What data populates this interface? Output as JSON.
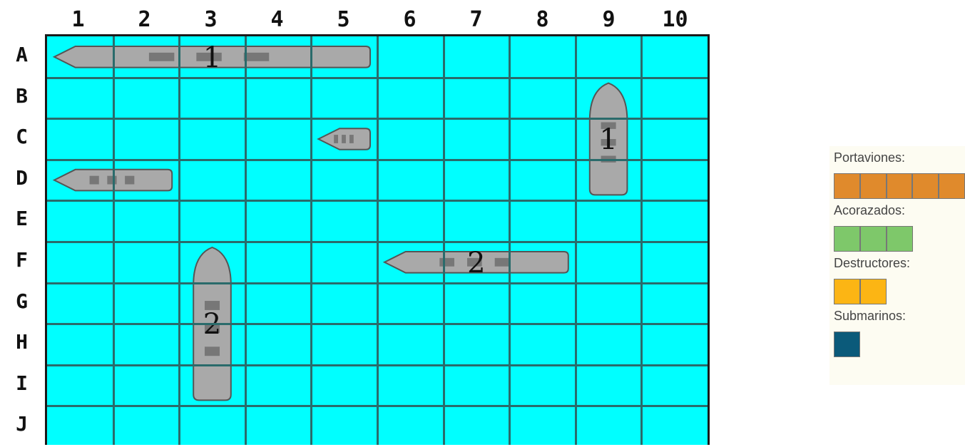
{
  "board": {
    "columns": [
      "1",
      "2",
      "3",
      "4",
      "5",
      "6",
      "7",
      "8",
      "9",
      "10"
    ],
    "rows": [
      "A",
      "B",
      "C",
      "D",
      "E",
      "F",
      "G",
      "H",
      "I",
      "J"
    ],
    "water_color": "#00ffff",
    "ships": [
      {
        "type": "carrier",
        "start": "A1",
        "end": "A5",
        "orientation": "horizontal",
        "label": "1"
      },
      {
        "type": "submarine",
        "start": "C5",
        "end": "C5",
        "orientation": "horizontal",
        "label": ""
      },
      {
        "type": "destroyer",
        "start": "D1",
        "end": "D2",
        "orientation": "horizontal",
        "label": ""
      },
      {
        "type": "battleship",
        "start": "B9",
        "end": "D9",
        "orientation": "vertical",
        "label": "1"
      },
      {
        "type": "carrier",
        "start": "F6",
        "end": "F8",
        "orientation": "horizontal",
        "label": "2"
      },
      {
        "type": "battleship",
        "start": "F3",
        "end": "I3",
        "orientation": "vertical",
        "label": "2"
      }
    ]
  },
  "legend": {
    "items": [
      {
        "label": "Portaviones:",
        "cells": 5,
        "color": "#e08a2c"
      },
      {
        "label": "Acorazados:",
        "cells": 3,
        "color": "#7ec86a"
      },
      {
        "label": "Destructores:",
        "cells": 2,
        "color": "#fcb514"
      },
      {
        "label": "Submarinos:",
        "cells": 1,
        "color": "#0b5a7a"
      }
    ]
  }
}
